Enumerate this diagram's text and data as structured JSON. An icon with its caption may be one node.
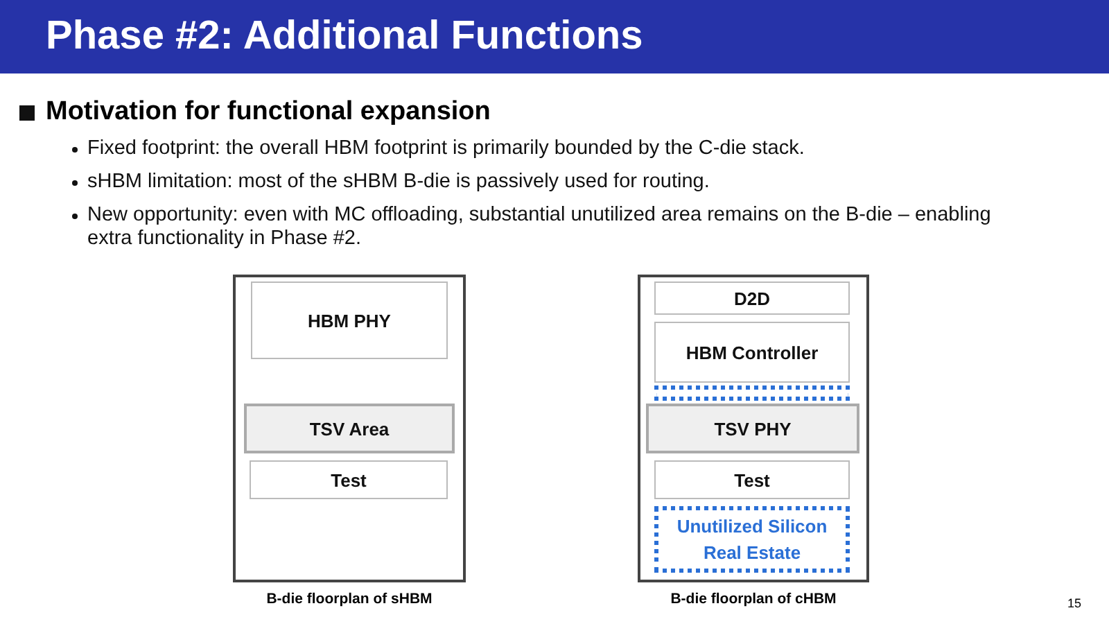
{
  "diagram": {
    "title": "Phase #2: Additional Functions",
    "nodes": [
      {
        "text": [],
        "shape": "box",
        "beside": [
          "B-die floorplan of sHBM"
        ]
      },
      {
        "text": [
          "HBM PHY"
        ],
        "in": 0
      },
      {
        "text": [
          "TSV Area"
        ],
        "in": 0
      },
      {
        "text": [
          "Test"
        ],
        "in": 0
      },
      {
        "text": [],
        "shape": "box",
        "beside": [
          "B-die floorplan of cHBM"
        ]
      },
      {
        "text": [
          "D2D"
        ],
        "in": 4
      },
      {
        "text": [
          "HBM Controller"
        ],
        "in": 4
      },
      {
        "text": [],
        "shape": "box",
        "in": 4
      },
      {
        "text": [
          "TSV PHY"
        ],
        "in": 4
      },
      {
        "text": [
          "Test"
        ],
        "in": 4
      },
      {
        "text": [
          "Unutilized Silicon Real Estate"
        ],
        "in": 4
      }
    ],
    "labels": [
      "Motivation for functional expansion",
      "Fixed footprint: the overall HBM footprint is primarily bounded by the C-die stack.",
      "sHBM limitation: most of the sHBM B-die is passively used for routing.",
      "New opportunity: even with MC offloading, substantial unutilized area remains on the B-die – enabling extra functionality in Phase #2.",
      "15"
    ]
  }
}
